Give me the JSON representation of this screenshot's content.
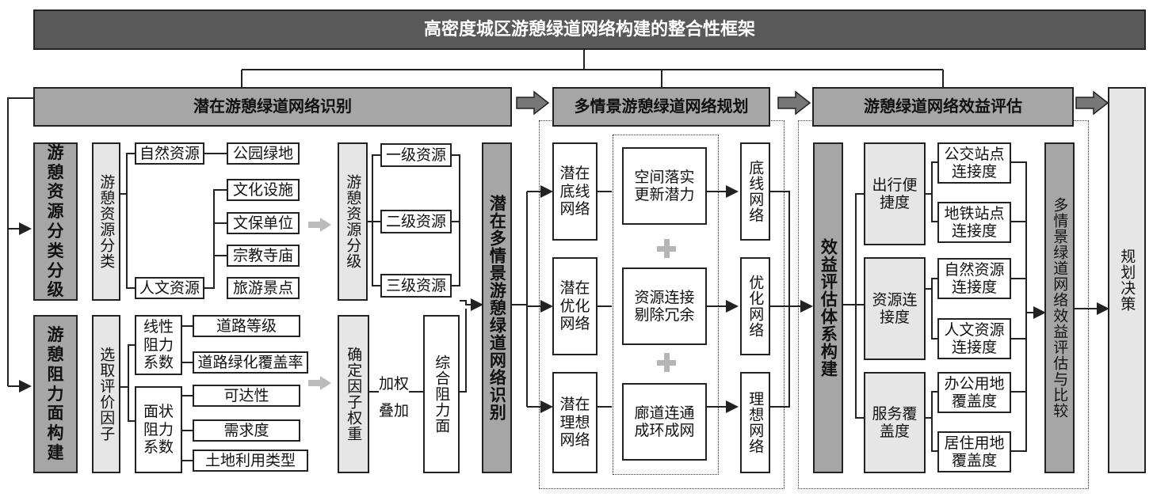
{
  "title": "高密度城区游憩绿道网络构建的整合性框架",
  "headers": {
    "h1": "潜在游憩绿道网络识别",
    "h2": "多情景游憩绿道网络规划",
    "h3": "游憩绿道网络效益评估"
  },
  "left": {
    "res_main": "游憩资源分类分级",
    "res_cls": "游憩资源分类",
    "res_nat": "自然资源",
    "res_park": "公园绿地",
    "res_hum": "人文资源",
    "res_h1": "文化设施",
    "res_h2": "文保单位",
    "res_h3": "宗教寺庙",
    "res_h4": "旅游景点",
    "res_grade": "游憩资源分级",
    "grade1": "一级资源",
    "grade2": "二级资源",
    "grade3": "三级资源",
    "resist_main": "游憩阻力面构建",
    "select": "选取评价因子",
    "linear": "线性阻力系数",
    "road_grade": "道路等级",
    "road_green": "道路绿化覆盖率",
    "area": "面状阻力系数",
    "access": "可达性",
    "demand": "需求度",
    "landuse": "土地利用类型",
    "weight": "确定因子权重",
    "overlay_a": "加权",
    "overlay_b": "叠加",
    "composite": "综合阻力面",
    "potential": "潜在多情景游憩绿道网络识别"
  },
  "mid": {
    "p_base": "潜在底线网络",
    "p_opt": "潜在优化网络",
    "p_ideal": "潜在理想网络",
    "op1": "空间落实更新潜力",
    "op2": "资源连接剔除冗余",
    "op3": "廊道连通成环成网",
    "n_base": "底线网络",
    "n_opt": "优化网络",
    "n_ideal": "理想网络"
  },
  "right": {
    "eval_sys": "效益评估体系构建",
    "travel": "出行便捷度",
    "bus": "公交站点连接度",
    "metro": "地铁站点连接度",
    "resconn": "资源连接度",
    "natconn": "自然资源连接度",
    "humconn": "人文资源连接度",
    "service": "服务覆盖度",
    "office": "办公用地覆盖度",
    "resid": "居住用地覆盖度",
    "multi": "多情景绿道网络效益评估与比较",
    "decision": "规划决策"
  }
}
